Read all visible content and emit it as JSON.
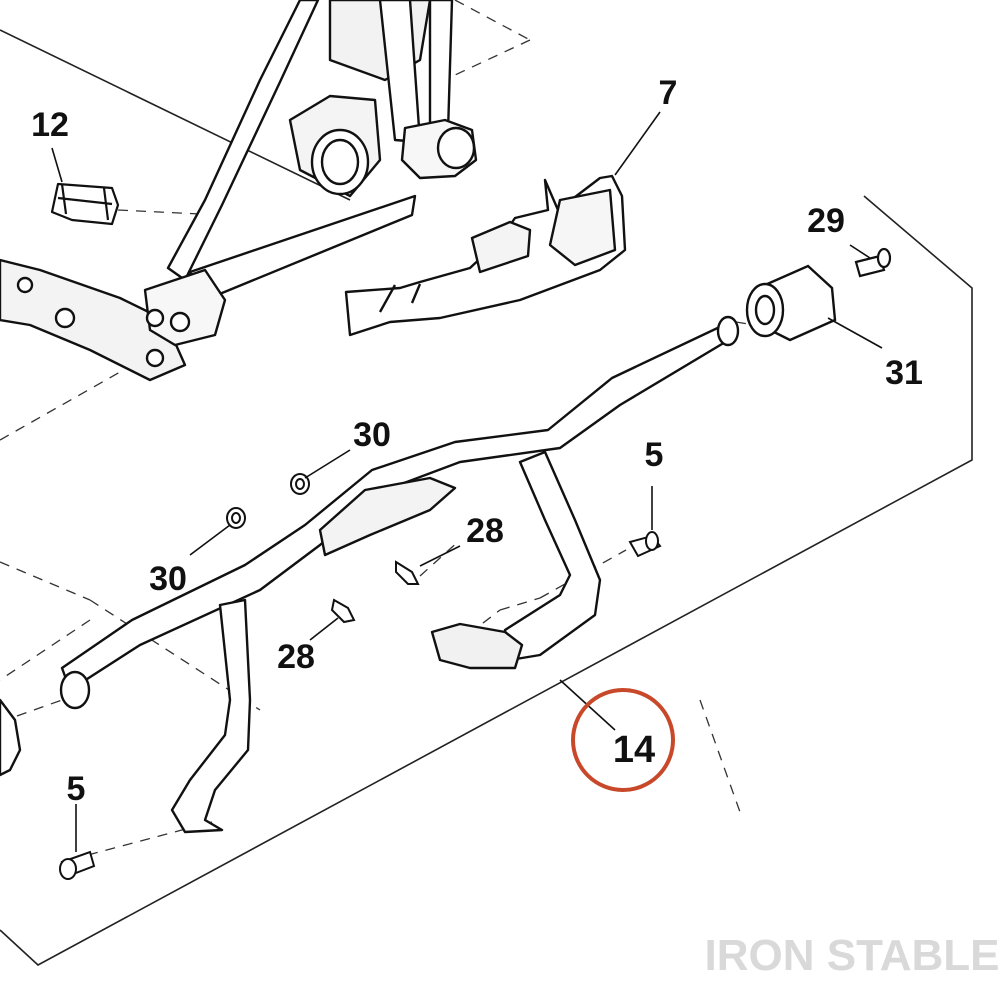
{
  "callouts": {
    "c12": "12",
    "c7": "7",
    "c29": "29",
    "c31": "31",
    "c30a": "30",
    "c30b": "30",
    "c5a": "5",
    "c28a": "28",
    "c28b": "28",
    "c5b": "5",
    "c14": "14"
  },
  "highlight_color": "#c8492a",
  "watermark": "IRON STABLE"
}
